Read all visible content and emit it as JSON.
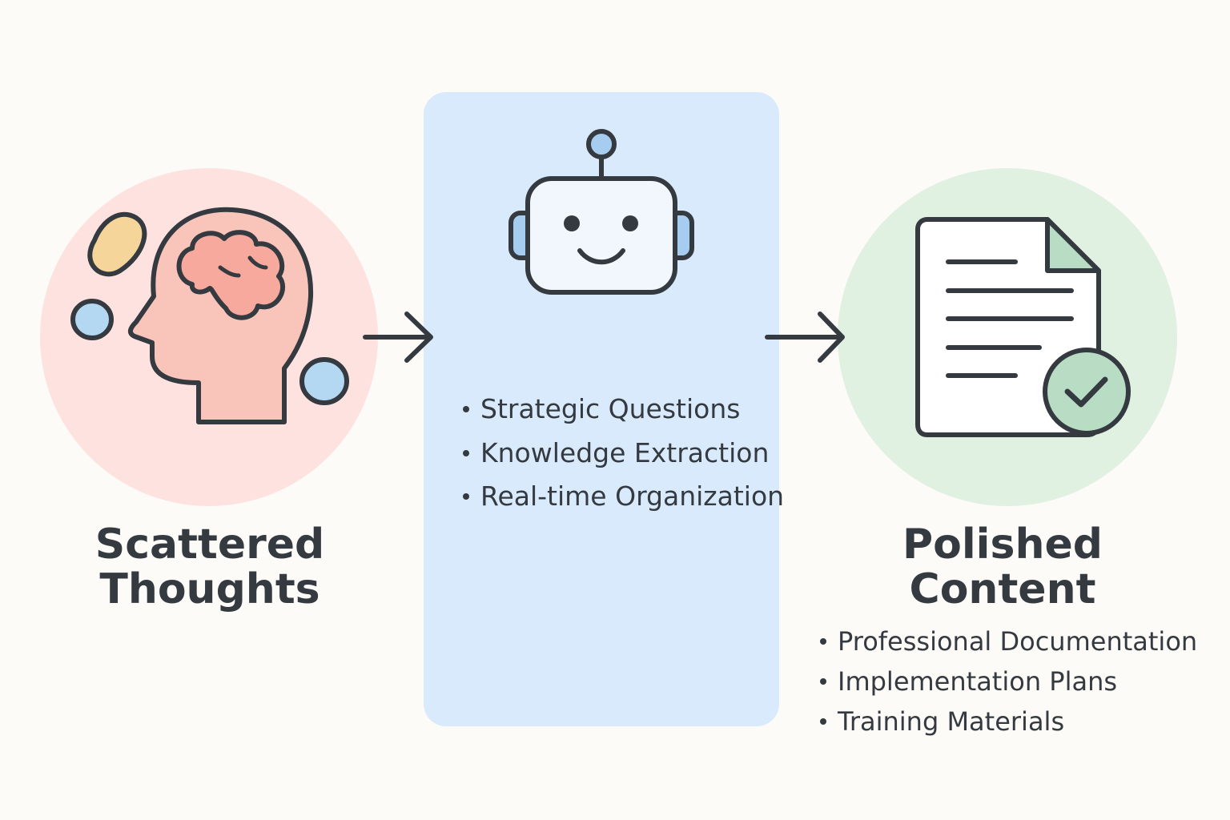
{
  "stages": {
    "input": {
      "title_line1": "Scattered",
      "title_line2": "Thoughts",
      "icon": "head-brain-icon"
    },
    "process": {
      "icon": "robot-icon",
      "items": [
        "Strategic Questions",
        "Knowledge Extraction",
        "Real-time Organization"
      ]
    },
    "output": {
      "title_line1": "Polished",
      "title_line2": "Content",
      "icon": "document-check-icon",
      "items": [
        "Professional Documentation",
        "Implementation Plans",
        "Training Materials"
      ]
    }
  },
  "colors": {
    "background": "#fcfbf7",
    "input_circle": "#fde2df",
    "process_panel": "#d8eafc",
    "output_circle": "#e0f0e1",
    "head_fill": "#f9c5bb",
    "brain_fill": "#f7a99e",
    "thought_yellow": "#f6d59a",
    "thought_blue": "#b5d8f2",
    "robot_face": "#f2f7fd",
    "robot_ears": "#a6cdf0",
    "check_fill": "#b8ddc4",
    "stroke": "#343a40"
  }
}
